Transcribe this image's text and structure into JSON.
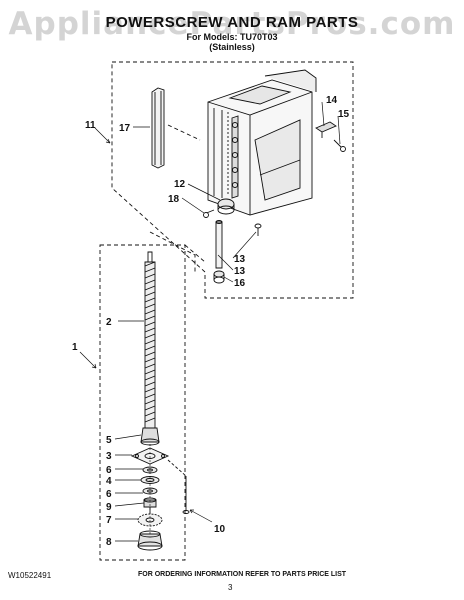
{
  "watermark": "AppliancePartsPros.com",
  "header": {
    "title": "POWERSCREW AND RAM PARTS",
    "models_line": "For Models: TU70T03",
    "variant_line": "(Stainless)"
  },
  "callouts": [
    {
      "id": "c1",
      "label": "1"
    },
    {
      "id": "c2",
      "label": "2"
    },
    {
      "id": "c3",
      "label": "3"
    },
    {
      "id": "c4",
      "label": "4"
    },
    {
      "id": "c5",
      "label": "5"
    },
    {
      "id": "c6a",
      "label": "6"
    },
    {
      "id": "c6b",
      "label": "6"
    },
    {
      "id": "c7",
      "label": "7"
    },
    {
      "id": "c8",
      "label": "8"
    },
    {
      "id": "c9",
      "label": "9"
    },
    {
      "id": "c10",
      "label": "10"
    },
    {
      "id": "c11",
      "label": "11"
    },
    {
      "id": "c12",
      "label": "12"
    },
    {
      "id": "c13",
      "label": "13"
    },
    {
      "id": "c14",
      "label": "14"
    },
    {
      "id": "c15",
      "label": "15"
    },
    {
      "id": "c16",
      "label": "16"
    },
    {
      "id": "c17",
      "label": "17"
    },
    {
      "id": "c18",
      "label": "18"
    },
    {
      "id": "c19",
      "label": "19"
    }
  ],
  "footer": {
    "doc_number": "W10522491",
    "note": "FOR ORDERING INFORMATION REFER TO PARTS PRICE LIST",
    "page": "3"
  }
}
